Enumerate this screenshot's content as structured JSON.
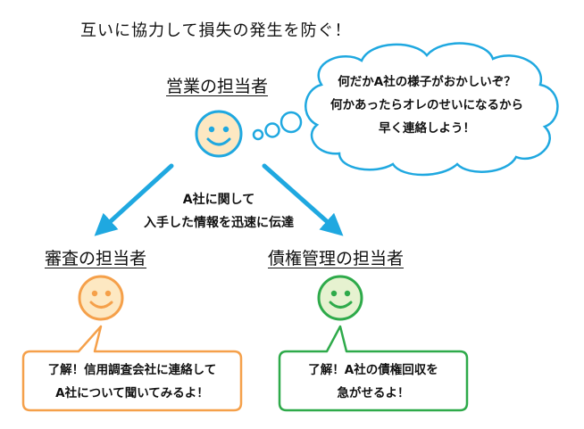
{
  "title": "互いに協力して損失の発生を防ぐ！",
  "sales": {
    "label": "営業の担当者"
  },
  "thought": {
    "lines": [
      "何だかA社の様子がおかしいぞ？",
      "何かあったらオレのせいになるから",
      "早く連絡しよう！"
    ]
  },
  "flow_note": {
    "lines": [
      "A社に関して",
      "入手した情報を迅速に伝達"
    ]
  },
  "review": {
    "label": "審査の担当者",
    "reply": [
      "了解！信用調査会社に連絡して",
      "A社について聞いてみるよ！"
    ]
  },
  "credit": {
    "label": "債権管理の担当者",
    "reply": [
      "了解！A社の債権回収を",
      "急がせるよ！"
    ]
  },
  "colors": {
    "blue": "#1fa8e0",
    "orange": "#f5a04a",
    "green": "#2eaa4a"
  }
}
